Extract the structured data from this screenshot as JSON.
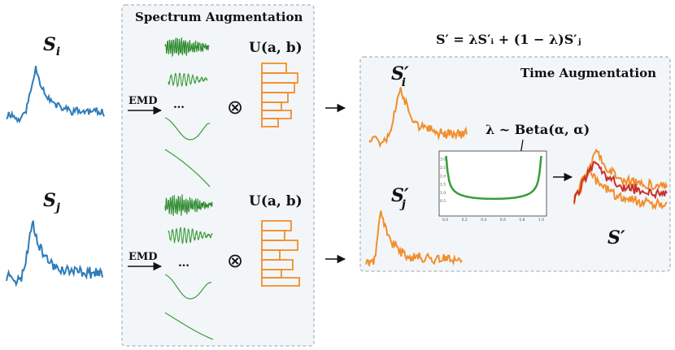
{
  "panels": {
    "spectrum_title": "Spectrum Augmentation",
    "time_title": "Time Augmentation"
  },
  "signals": {
    "si_base": "S",
    "si_sub": "i",
    "sj_base": "S",
    "sj_sub": "j",
    "si_prime_base": "S′",
    "si_prime_sub": "i",
    "sj_prime_base": "S′",
    "sj_prime_sub": "j",
    "s_prime": "S′"
  },
  "spectrum": {
    "emd_label": "EMD",
    "ellipsis": "…",
    "otimes": "⊗",
    "uniform_label": "U(a, b)"
  },
  "mix": {
    "formula": "S′ = λS′ᵢ + (1 − λ)S′ⱼ",
    "lambda_label": "λ ~ Beta(α, α)"
  },
  "beta_plot": {
    "x_ticks": [
      "0.0",
      "0.2",
      "0.4",
      "0.6",
      "0.8",
      "1.0"
    ],
    "y_ticks": [
      "0.5",
      "1.0",
      "1.5",
      "2.0",
      "2.5",
      "3.0"
    ]
  },
  "colors": {
    "blue": "#2e7cb8",
    "orange": "#f28e2b",
    "green": "#3a9c3a",
    "red": "#c9302c",
    "panel_fill": "#f3f6f9"
  }
}
